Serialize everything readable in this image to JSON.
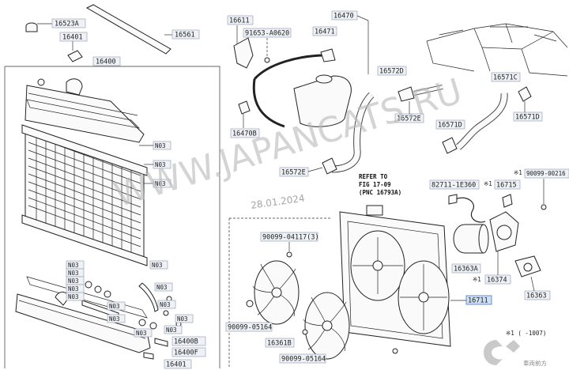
{
  "watermark": "WWW.JAPANCATS.RU",
  "date_stamp": "28.01.2024",
  "refer_note": [
    "REFER TO",
    "FIG 17-09",
    "(PNC 16793A)"
  ],
  "footnote": "※1 (   -1007)",
  "brand_text": "車両前方",
  "labels": {
    "l16523A": "16523A",
    "l16401": "16401",
    "l16561": "16561",
    "l16400": "16400",
    "l16611": "16611",
    "l91653": "91653-A0620",
    "l16470": "16470",
    "l16471": "16471",
    "l16572D": "16572D",
    "l16571C": "16571C",
    "l16572E_a": "16572E",
    "l16571D_a": "16571D",
    "l16571D_b": "16571D",
    "l16470B": "16470B",
    "l16572E_b": "16572E",
    "l16711": "16711",
    "l82711": "82711-1E360",
    "l16715": "16715",
    "l90099_00216": "90099-00216",
    "l16363A": "16363A",
    "l16374": "16374",
    "l16363": "16363",
    "l90099_04117": "90099-04117(3)",
    "l90099_05164_a": "90099-05164",
    "l90099_05164_b": "90099-05164",
    "l16361B": "16361B",
    "l16400B": "16400B",
    "l16400F": "16400F",
    "l16401_b": "16401",
    "star1_a": "※1",
    "star1_b": "※1",
    "star1_c": "※1",
    "n03": "N03"
  }
}
